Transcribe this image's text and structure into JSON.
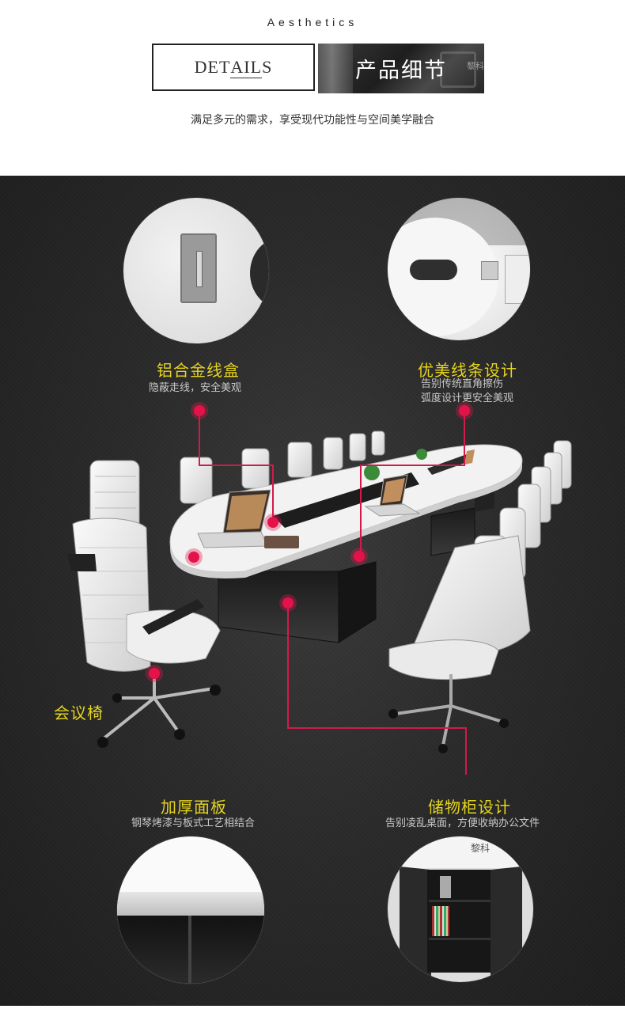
{
  "header": {
    "aesthetics": "Aesthetics",
    "details_left": "DET",
    "details_mid": "AIL",
    "details_right": "S",
    "cn_title": "产品细节",
    "cn_title_bg_text": "黎科"
  },
  "subtitle": "满足多元的需求，享受现代功能性与空间美学融合",
  "features": {
    "cable_box": {
      "title": "铝合金线盒",
      "desc": "隐蔽走线，安全美观"
    },
    "curve": {
      "title": "优美线条设计",
      "desc1": "告别传统直角擦伤",
      "desc2": "弧度设计更安全美观"
    },
    "chair": {
      "title": "会议椅"
    },
    "panel": {
      "title": "加厚面板",
      "desc": "钢琴烤漆与板式工艺相结合"
    },
    "cabinet": {
      "title": "储物柜设计",
      "desc": "告别凌乱桌面，方便收纳办公文件",
      "bg_text": "黎科"
    }
  },
  "colors": {
    "accent_yellow": "#e4d41f",
    "dot_red": "#e3134a",
    "dark_bg": "#2a2a2a"
  }
}
